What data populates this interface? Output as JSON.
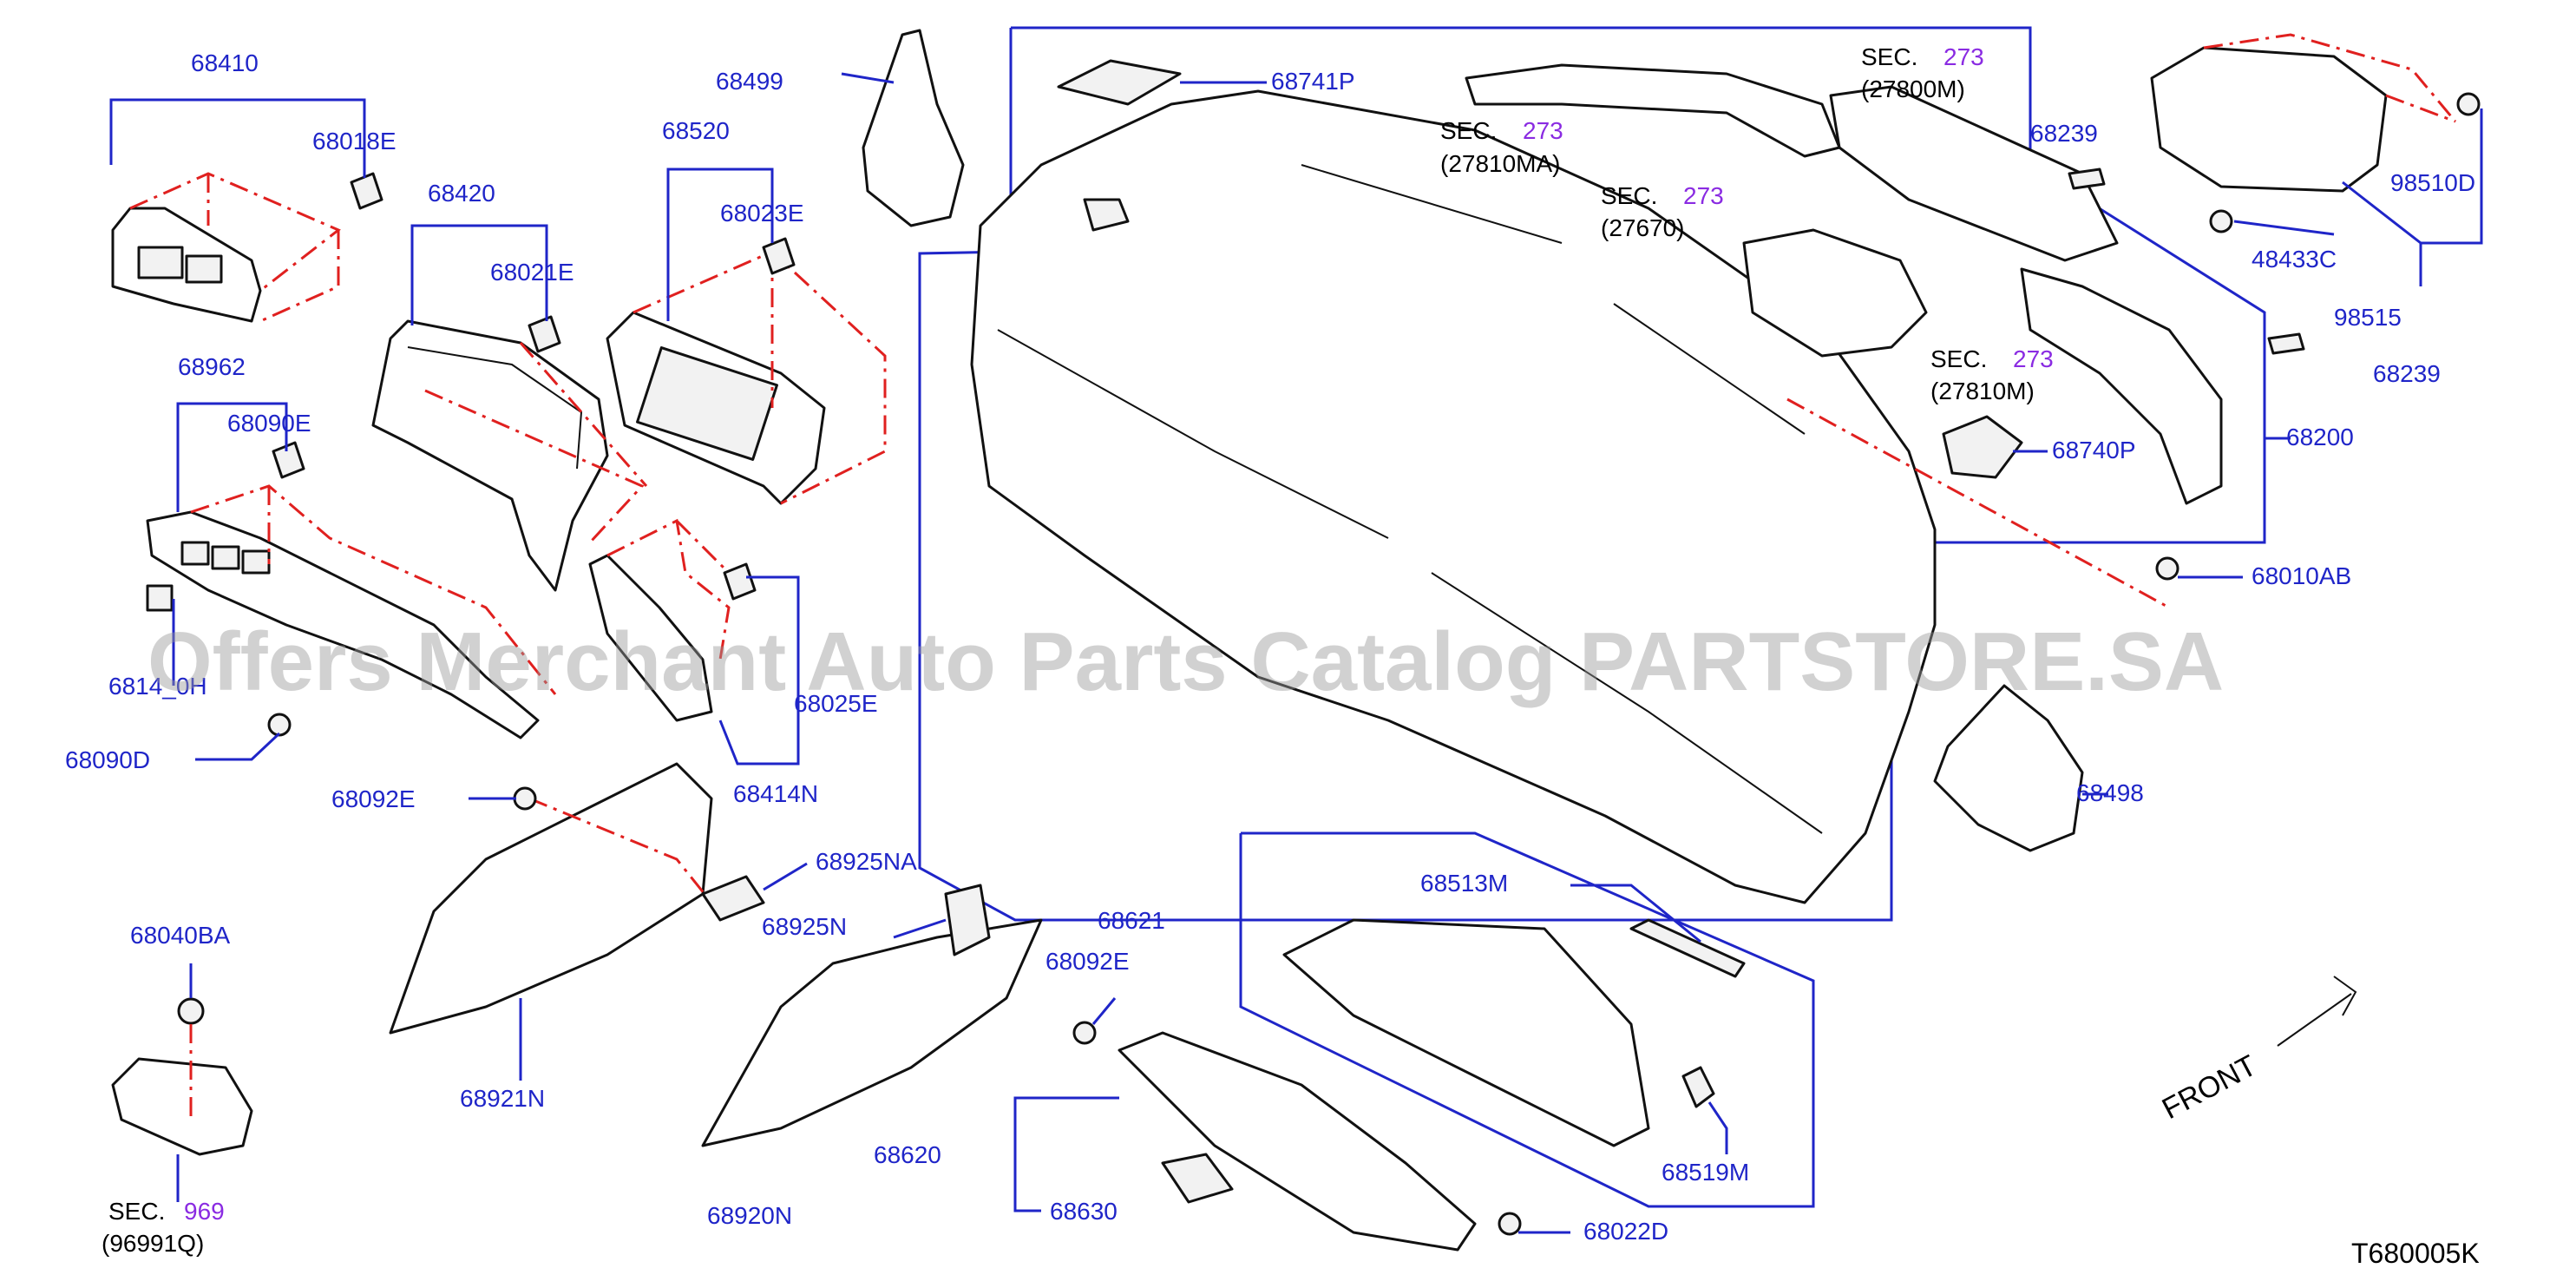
{
  "diagram_id": "T680005K",
  "watermark": "Offers Merchant Auto Parts Catalog PARTSTORE.SA",
  "front_label": "FRONT",
  "sec_word": "SEC.",
  "parts": {
    "p68410": "68410",
    "p68018E": "68018E",
    "p68499": "68499",
    "p68520": "68520",
    "p68023E": "68023E",
    "p68420": "68420",
    "p68021E": "68021E",
    "p68962": "68962",
    "p68090E": "68090E",
    "p6814_0H": "6814_0H",
    "p68090D": "68090D",
    "p68025E": "68025E",
    "p68414N": "68414N",
    "p68741P": "68741P",
    "p68239a": "68239",
    "p68239b": "68239",
    "p98510D": "98510D",
    "p48433C": "48433C",
    "p98515": "98515",
    "p68740P": "68740P",
    "p68200": "68200",
    "p68010AB": "68010AB",
    "p68498": "68498",
    "p68092Ea": "68092E",
    "p68925NA": "68925NA",
    "p68925N": "68925N",
    "p68621": "68621",
    "p68513M": "68513M",
    "p68092Eb": "68092E",
    "p68040BA": "68040BA",
    "p68921N": "68921N",
    "p68620": "68620",
    "p68630": "68630",
    "p68920N": "68920N",
    "p68519M": "68519M",
    "p68022D": "68022D"
  },
  "sections": {
    "s1": {
      "num": "273",
      "code": "(27810MA)"
    },
    "s2": {
      "num": "273",
      "code": "(27800M)"
    },
    "s3": {
      "num": "273",
      "code": "(27670)"
    },
    "s4": {
      "num": "273",
      "code": "(27810M)"
    },
    "s5": {
      "num": "969",
      "code": "(96991Q)"
    }
  },
  "colors": {
    "label": "#1f25c8",
    "section_number": "#8a2be2",
    "dash_line": "#e0201f"
  }
}
